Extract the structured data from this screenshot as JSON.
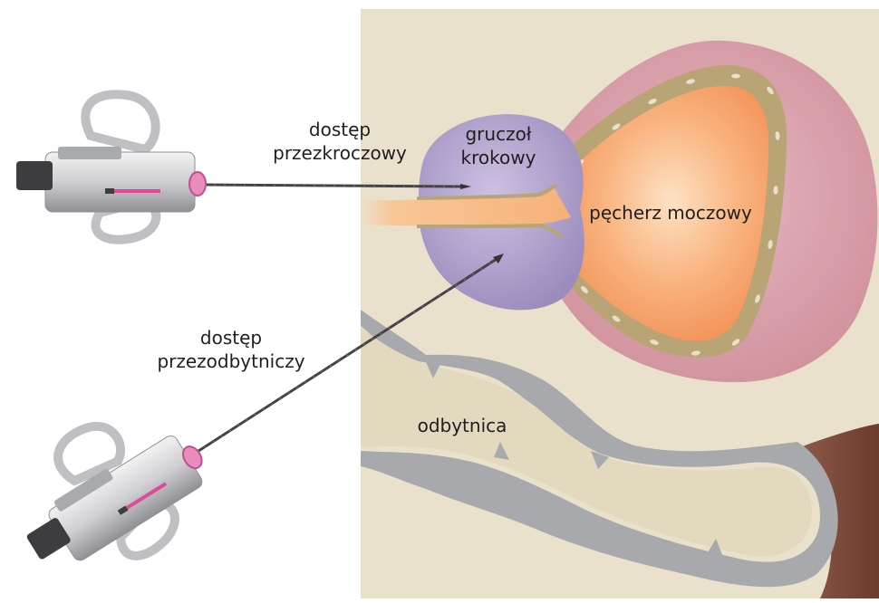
{
  "labels": {
    "transperineal_line1": "dostęp",
    "transperineal_line2": "przezkroczowy",
    "transrectal_line1": "dostęp",
    "transrectal_line2": "przezodbytniczy",
    "prostate_line1": "gruczoł",
    "prostate_line2": "krokowy",
    "bladder": "pęcherz moczowy",
    "rectum": "odbytnica"
  },
  "colors": {
    "tissue_background": "#eae1cc",
    "bladder_outer": "#dba2ad",
    "bladder_wall": "#b9a476",
    "bladder_lumen": "#f7a56b",
    "prostate": "#b4a6cf",
    "urethra": "#f6c08d",
    "rectum_wall": "#a7a9ac",
    "rectum_lumen": "#e3d9bf",
    "needle_handle": "#d6d6d8",
    "needle_accent": "#e0489a"
  },
  "icons": [
    "biopsy-gun-transperineal-icon",
    "biopsy-gun-transrectal-icon"
  ]
}
